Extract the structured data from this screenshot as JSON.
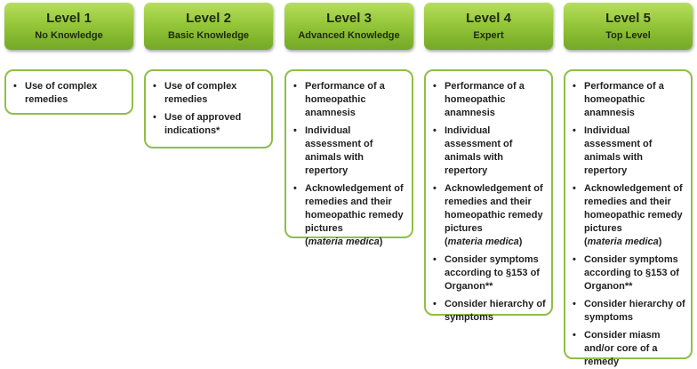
{
  "levels": [
    {
      "title": "Level 1",
      "subtitle": "No Knowledge",
      "items": [
        "Use of complex remedies"
      ]
    },
    {
      "title": "Level 2",
      "subtitle": "Basic Knowledge",
      "items": [
        "Use of complex remedies",
        "Use of approved indications*"
      ]
    },
    {
      "title": "Level 3",
      "subtitle": "Advanced Knowledge",
      "items": [
        "Performance of a homeopathic anamnesis",
        "Individual assessment of animals with repertory",
        "Acknowledgement of remedies and their homeopathic remedy pictures"
      ],
      "item_notes": {
        "2": "materia medica"
      }
    },
    {
      "title": "Level 4",
      "subtitle": "Expert",
      "items": [
        "Performance of a homeopathic anamnesis",
        "Individual assessment of animals with repertory",
        "Acknowledgement of remedies and their homeopathic remedy pictures",
        "Consider symptoms according to §153 of Organon**",
        "Consider hierarchy of symptoms"
      ],
      "item_notes": {
        "2": "materia medica"
      }
    },
    {
      "title": "Level 5",
      "subtitle": "Top Level",
      "items": [
        "Performance of a homeopathic anamnesis",
        "Individual assessment of animals with repertory",
        "Acknowledgement of remedies and their homeopathic remedy pictures",
        "Consider symptoms according to §153 of Organon**",
        "Consider hierarchy of symptoms",
        "Consider miasm and/or core of a remedy"
      ],
      "item_notes": {
        "2": "materia medica"
      }
    }
  ],
  "bullet": "•",
  "colors": {
    "header_top": "#b7df5c",
    "header_bottom": "#74a826",
    "card_border": "#8fbf45",
    "text": "#222222"
  }
}
